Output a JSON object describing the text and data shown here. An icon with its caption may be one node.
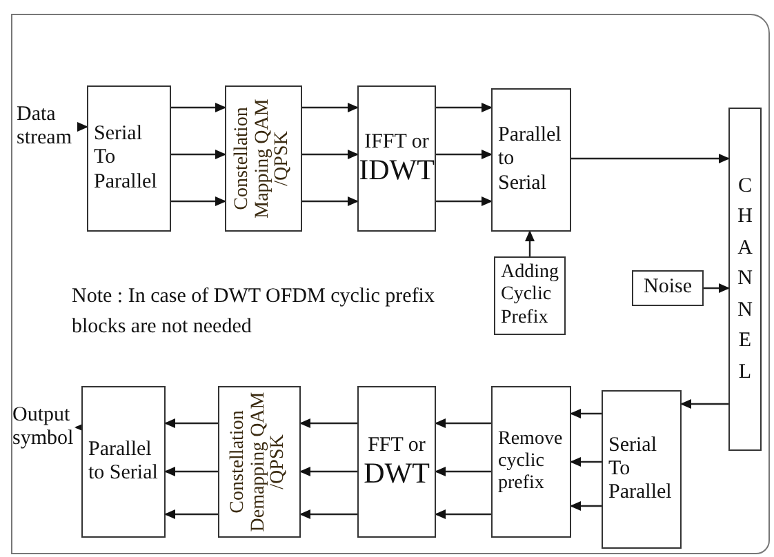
{
  "diagram": {
    "nodes": [
      {
        "text": [
          "Data stream"
        ]
      },
      {
        "text": [
          "Serial To Parallel"
        ]
      },
      {
        "text": [
          "Constellation Mapping QAM /QPSK"
        ]
      },
      {
        "text": [
          "IFFT or",
          "IDWT"
        ]
      },
      {
        "text": [
          "Parallel to Serial"
        ]
      },
      {
        "text": [
          "Adding Cyclic Prefix"
        ]
      },
      {
        "text": [
          "Noise"
        ]
      },
      {
        "text": [
          "CHANNEL"
        ]
      },
      {
        "text": [
          "Serial To Parallel"
        ]
      },
      {
        "text": [
          "Remove cyclic prefix"
        ]
      },
      {
        "text": [
          "FFT or",
          "DWT"
        ]
      },
      {
        "text": [
          "Constellation Demapping QAM /QPSK"
        ]
      },
      {
        "text": [
          "Parallel to Serial"
        ]
      },
      {
        "text": [
          "Output symbol"
        ]
      }
    ],
    "edges": [
      {
        "from": 0,
        "to": 1,
        "arrow": "to"
      },
      {
        "from": 1,
        "to": 2,
        "arrow": "to"
      },
      {
        "from": 1,
        "to": 2,
        "arrow": "to"
      },
      {
        "from": 1,
        "to": 2,
        "arrow": "to"
      },
      {
        "from": 2,
        "to": 3,
        "arrow": "to"
      },
      {
        "from": 2,
        "to": 3,
        "arrow": "to"
      },
      {
        "from": 2,
        "to": 3,
        "arrow": "to"
      },
      {
        "from": 3,
        "to": 4,
        "arrow": "to"
      },
      {
        "from": 3,
        "to": 4,
        "arrow": "to"
      },
      {
        "from": 3,
        "to": 4,
        "arrow": "to"
      },
      {
        "from": 5,
        "to": 4,
        "arrow": "to"
      },
      {
        "from": 4,
        "to": 7,
        "arrow": "to"
      },
      {
        "from": 6,
        "to": 7,
        "arrow": "to"
      },
      {
        "from": 7,
        "to": 8,
        "arrow": "to"
      },
      {
        "from": 8,
        "to": 9,
        "arrow": "to"
      },
      {
        "from": 8,
        "to": 9,
        "arrow": "to"
      },
      {
        "from": 8,
        "to": 9,
        "arrow": "to"
      },
      {
        "from": 9,
        "to": 10,
        "arrow": "to"
      },
      {
        "from": 9,
        "to": 10,
        "arrow": "to"
      },
      {
        "from": 9,
        "to": 10,
        "arrow": "to"
      },
      {
        "from": 10,
        "to": 11,
        "arrow": "to"
      },
      {
        "from": 10,
        "to": 11,
        "arrow": "to"
      },
      {
        "from": 10,
        "to": 11,
        "arrow": "to"
      },
      {
        "from": 11,
        "to": 12,
        "arrow": "to"
      },
      {
        "from": 11,
        "to": 12,
        "arrow": "to"
      },
      {
        "from": 11,
        "to": 12,
        "arrow": "to"
      },
      {
        "from": 12,
        "to": 13,
        "arrow": "to"
      }
    ],
    "labels": [
      "Note : In case of DWT OFDM cyclic prefix blocks are not needed"
    ]
  }
}
